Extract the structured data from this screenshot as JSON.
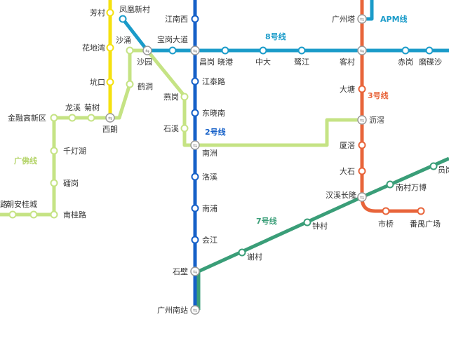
{
  "lines": {
    "guangfo": {
      "name": "广佛线",
      "color": "#c5e384"
    },
    "line2": {
      "name": "2号线",
      "color": "#1560c8"
    },
    "line3": {
      "name": "3号线",
      "color": "#e8643a"
    },
    "line3north": {
      "color": "#f5e10f"
    },
    "line7": {
      "name": "7号线",
      "color": "#3a9e78"
    },
    "line8": {
      "name": "8号线",
      "color": "#1a9bc9"
    },
    "apm": {
      "name": "APM线",
      "color": "#1a9bc9"
    }
  },
  "stations": [
    {
      "name": "芳村",
      "line": "line3north"
    },
    {
      "name": "花地湾",
      "line": "line3north"
    },
    {
      "name": "坑口",
      "line": "line3north"
    },
    {
      "name": "西朗",
      "interchange": true
    },
    {
      "name": "凤凰新村",
      "line": "line8"
    },
    {
      "name": "沙涌",
      "line": "guangfo"
    },
    {
      "name": "沙园",
      "interchange": true
    },
    {
      "name": "宝岗大道",
      "line": "line8"
    },
    {
      "name": "昌岗",
      "interchange": true
    },
    {
      "name": "晓港",
      "line": "line8"
    },
    {
      "name": "中大",
      "line": "line8"
    },
    {
      "name": "鹭江",
      "line": "line8"
    },
    {
      "name": "客村",
      "interchange": true
    },
    {
      "name": "赤岗",
      "line": "line8"
    },
    {
      "name": "磨碟沙",
      "line": "line8"
    },
    {
      "name": "江南西",
      "line": "line2"
    },
    {
      "name": "江泰路",
      "line": "line2"
    },
    {
      "name": "东晓南",
      "line": "line2"
    },
    {
      "name": "南洲",
      "interchange": true
    },
    {
      "name": "洛溪",
      "line": "line2"
    },
    {
      "name": "南浦",
      "line": "line2"
    },
    {
      "name": "会江",
      "line": "line2"
    },
    {
      "name": "石壁",
      "interchange": true
    },
    {
      "name": "广州南站",
      "interchange": true
    },
    {
      "name": "鹤洞",
      "line": "guangfo"
    },
    {
      "name": "燕岗",
      "line": "guangfo"
    },
    {
      "name": "石溪",
      "line": "guangfo"
    },
    {
      "name": "龙溪",
      "line": "guangfo"
    },
    {
      "name": "菊树",
      "line": "guangfo"
    },
    {
      "name": "金融高新区",
      "line": "guangfo"
    },
    {
      "name": "千灯湖",
      "line": "guangfo"
    },
    {
      "name": "礌岗",
      "line": "guangfo"
    },
    {
      "name": "南桂路",
      "line": "guangfo"
    },
    {
      "name": "桂城",
      "line": "guangfo"
    },
    {
      "name": "朝安",
      "line": "guangfo"
    },
    {
      "name": "路",
      "line": "guangfo",
      "label_only": true
    },
    {
      "name": "广州塔",
      "interchange": true
    },
    {
      "name": "大塘",
      "line": "line3"
    },
    {
      "name": "沥滘",
      "interchange": true
    },
    {
      "name": "厦滘",
      "line": "line3"
    },
    {
      "name": "大石",
      "line": "line3"
    },
    {
      "name": "汉溪长隆",
      "interchange": true
    },
    {
      "name": "市桥",
      "line": "line3"
    },
    {
      "name": "番禺广场",
      "line": "line3"
    },
    {
      "name": "谢村",
      "line": "line7"
    },
    {
      "name": "钟村",
      "line": "line7"
    },
    {
      "name": "南村万博",
      "line": "line7"
    },
    {
      "name": "员岗",
      "line": "line7"
    }
  ]
}
